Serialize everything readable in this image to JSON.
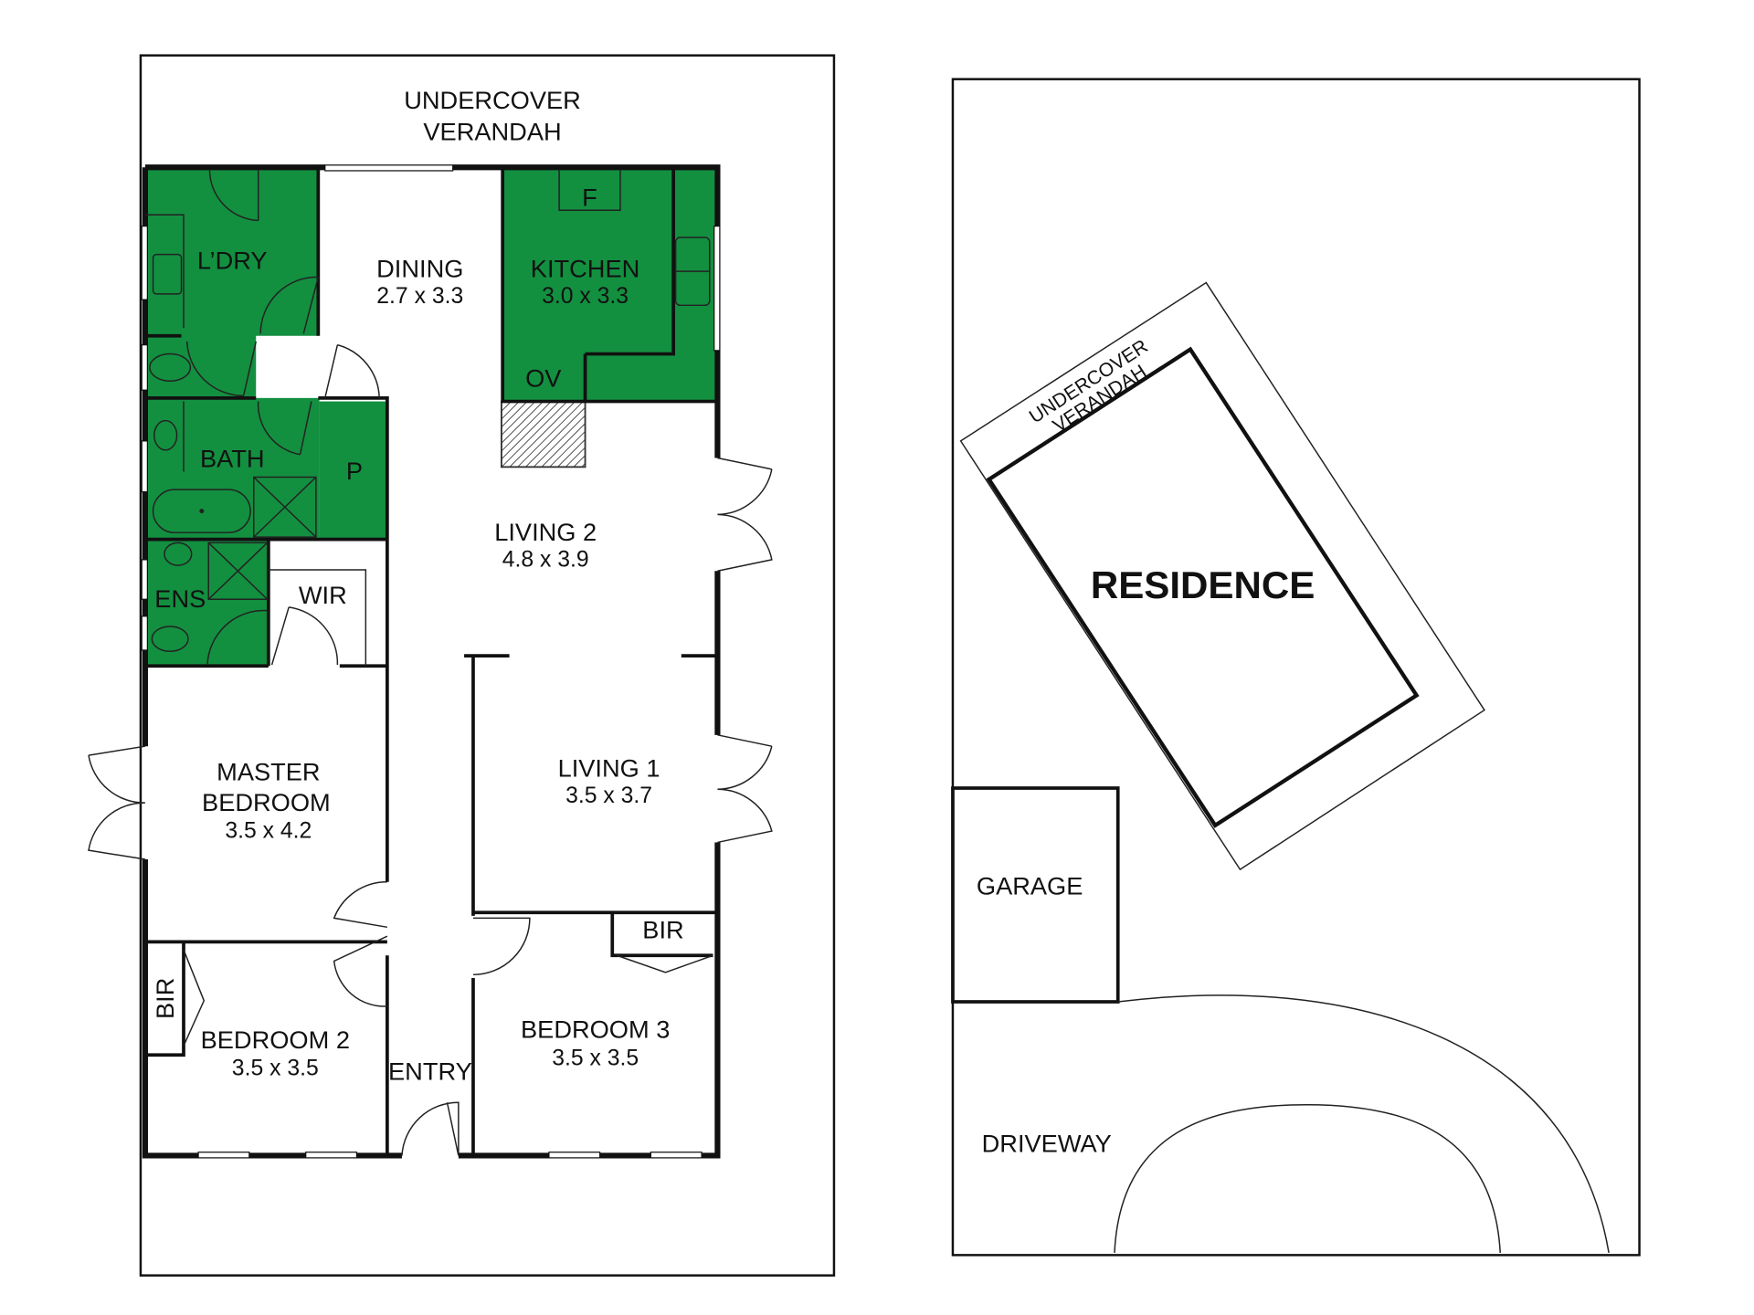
{
  "colors": {
    "wet_area": "#138f40",
    "wall": "#111111",
    "background": "#ffffff"
  },
  "floor_plan": {
    "verandah": {
      "line1": "UNDERCOVER",
      "line2": "VERANDAH"
    },
    "rooms": {
      "laundry": {
        "name": "L’DRY"
      },
      "dining": {
        "name": "DINING",
        "size": "2.7 x 3.3"
      },
      "kitchen": {
        "name": "KITCHEN",
        "size": "3.0 x 3.3",
        "fridge": "F",
        "oven": "OV"
      },
      "bath": {
        "name": "BATH"
      },
      "pantry": {
        "name": "P"
      },
      "ensuite": {
        "name": "ENS"
      },
      "wir": {
        "name": "WIR"
      },
      "living2": {
        "name": "LIVING 2",
        "size": "4.8 x 3.9"
      },
      "living1": {
        "name": "LIVING 1",
        "size": "3.5 x 3.7"
      },
      "master": {
        "line1": "MASTER",
        "line2": "BEDROOM",
        "size": "3.5 x 4.2"
      },
      "bedroom2": {
        "name": "BEDROOM 2",
        "size": "3.5 x 3.5",
        "robe": "BIR"
      },
      "bedroom3": {
        "name": "BEDROOM 3",
        "size": "3.5 x 3.5",
        "robe": "BIR"
      },
      "entry": {
        "name": "ENTRY"
      }
    }
  },
  "site_plan": {
    "verandah": {
      "line1": "UNDERCOVER",
      "line2": "VERANDAH"
    },
    "residence": "RESIDENCE",
    "garage": "GARAGE",
    "driveway": "DRIVEWAY"
  }
}
